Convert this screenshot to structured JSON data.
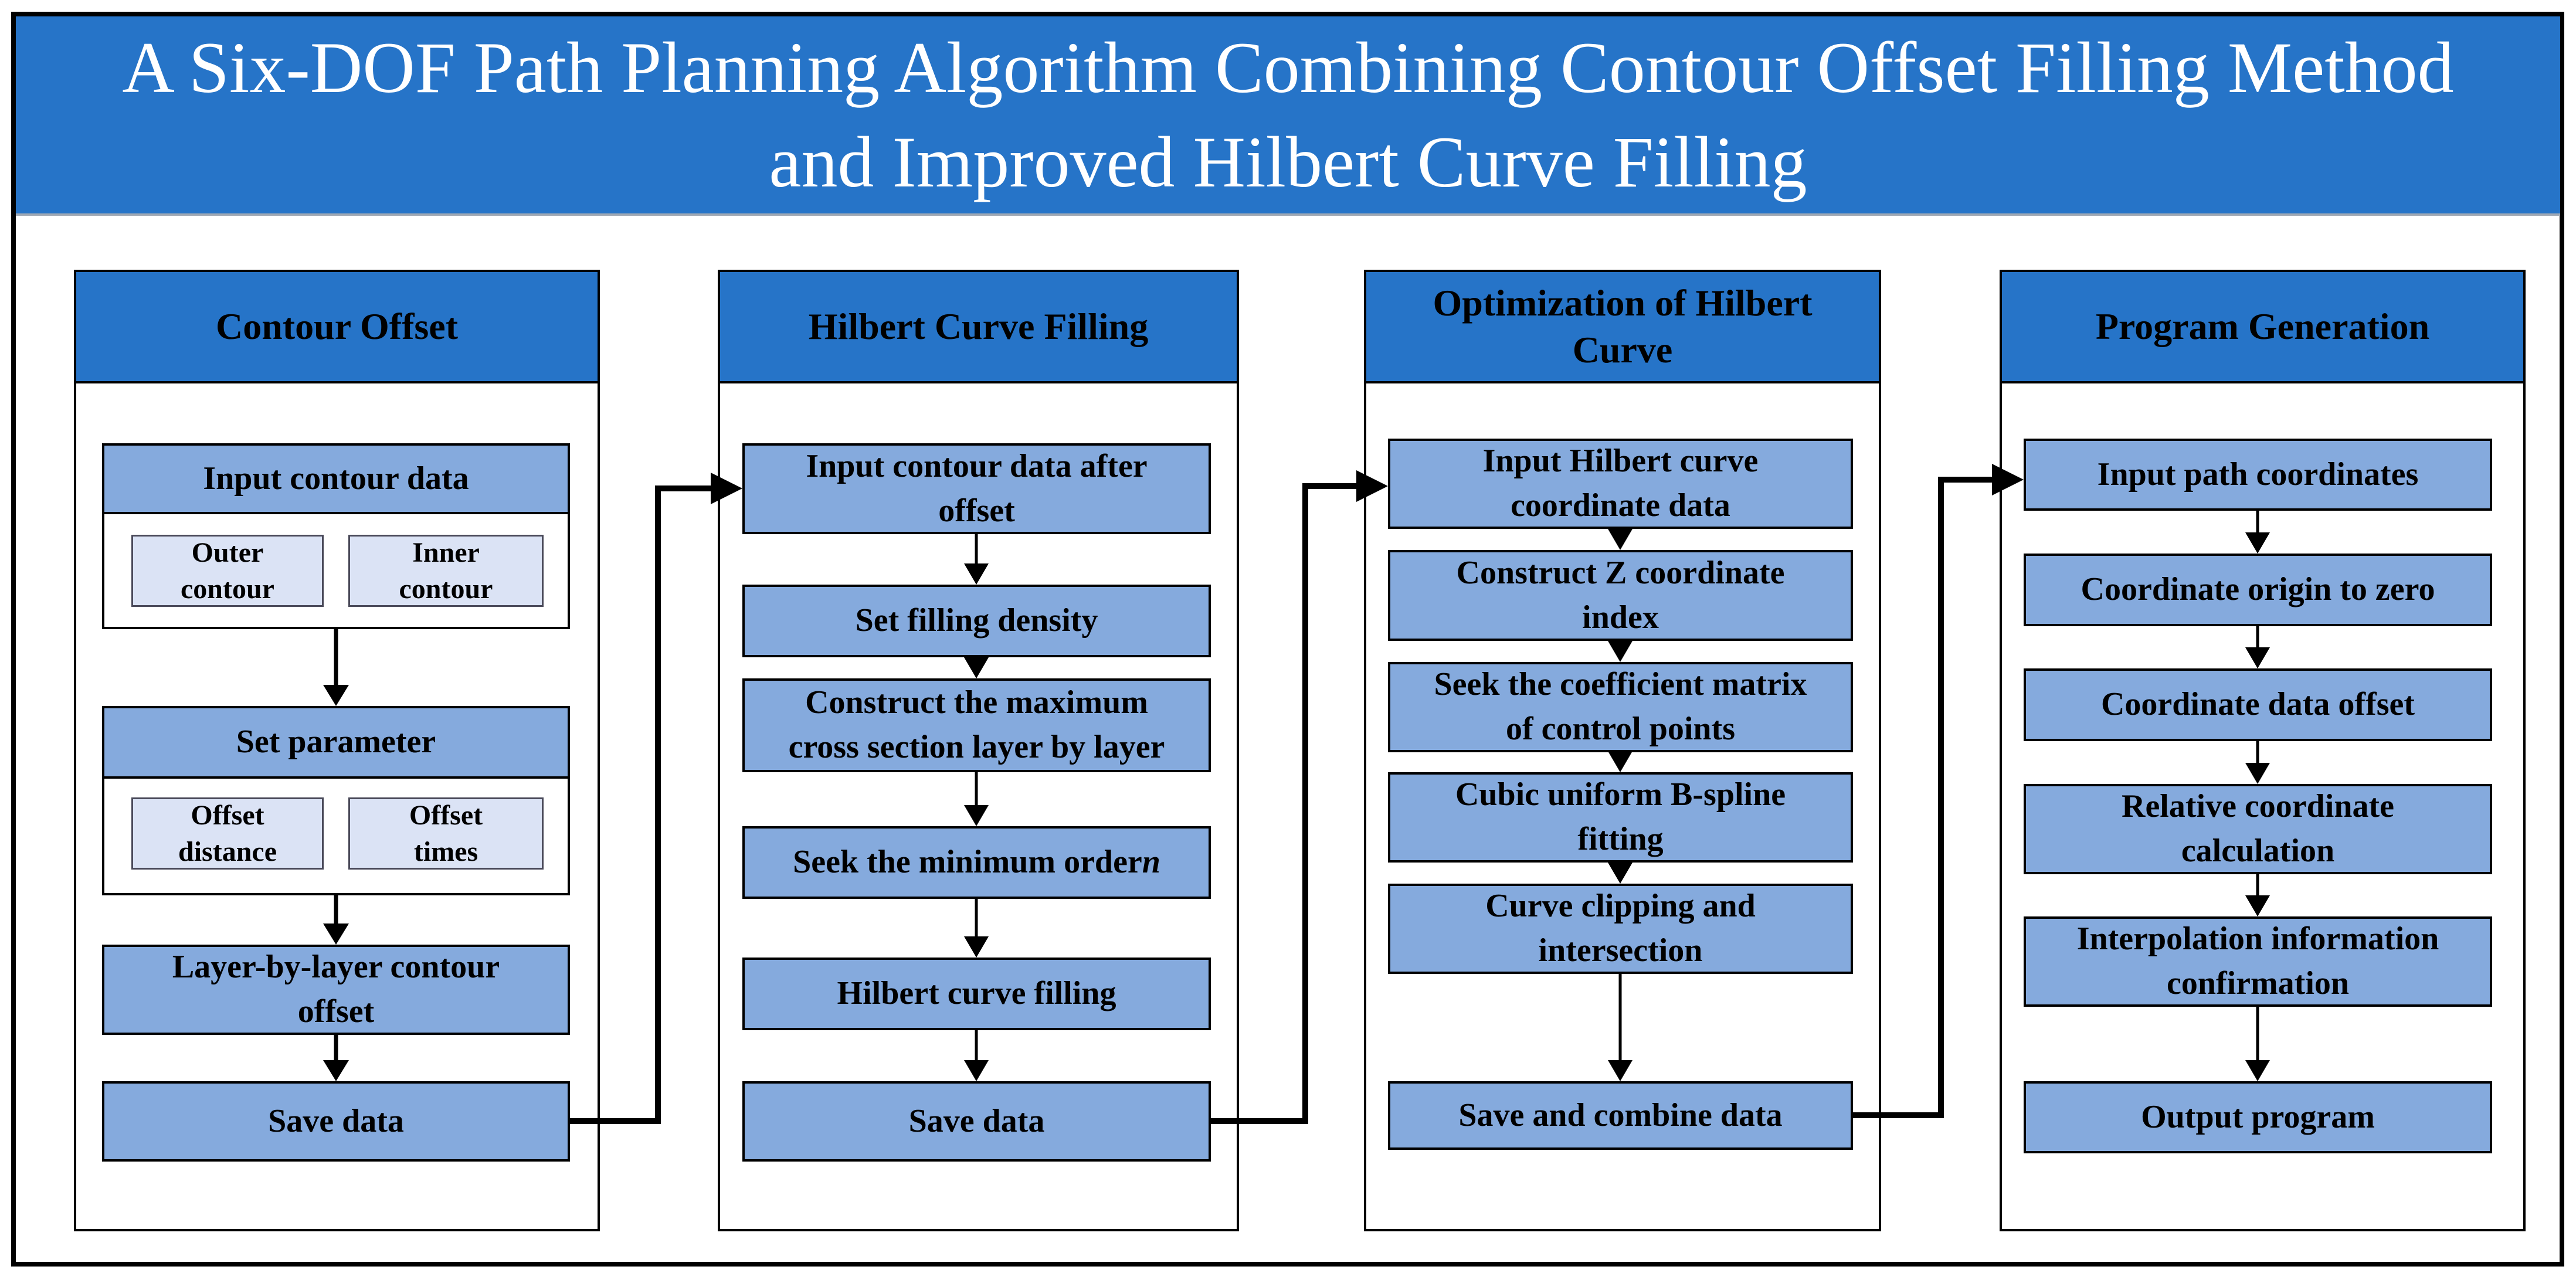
{
  "title": {
    "line1": "A Six-DOF Path Planning Algorithm Combining Contour Offset Filling Method",
    "line2": "and Improved Hilbert Curve Filling"
  },
  "colors": {
    "banner_blue": "#2674C8",
    "process_box_blue": "#85AADD",
    "sub_box_blue": "#DBE3F5",
    "text_on_banner": "#ffffff",
    "text_on_boxes": "#000000"
  },
  "columns": [
    {
      "header": "Contour Offset",
      "boxes": {
        "input_contour_data": "Input contour data",
        "outer_contour": "Outer\ncontour",
        "inner_contour": "Inner\ncontour",
        "set_parameter": "Set parameter",
        "offset_distance": "Offset\ndistance",
        "offset_times": "Offset\ntimes",
        "layer_by_layer": "Layer-by-layer contour\noffset",
        "save_data": "Save data"
      }
    },
    {
      "header": "Hilbert Curve Filling",
      "boxes": {
        "input_after_offset": "Input contour data after\noffset",
        "set_filling_density": "Set filling density",
        "construct_max_cross": "Construct the maximum\ncross section layer by layer",
        "seek_min_order": "Seek the minimum order ",
        "seek_min_order_var": "n",
        "hilbert_filling": "Hilbert curve filling",
        "save_data": "Save data"
      }
    },
    {
      "header": "Optimization of Hilbert\nCurve",
      "boxes": {
        "input_hilbert_coords": "Input Hilbert curve\ncoordinate data",
        "construct_z_index": "Construct Z coordinate\nindex",
        "seek_coeff_matrix": "Seek the coefficient matrix\nof control points",
        "cubic_bspline": "Cubic uniform B-spline\nfitting",
        "curve_clipping": "Curve clipping and\nintersection",
        "save_combine": "Save and combine data"
      }
    },
    {
      "header": "Program Generation",
      "boxes": {
        "input_path_coords": "Input path coordinates",
        "origin_to_zero": "Coordinate origin to zero",
        "data_offset": "Coordinate data offset",
        "relative_calc": "Relative coordinate\ncalculation",
        "interp_confirm": "Interpolation information\nconfirmation",
        "output_program": "Output program"
      }
    }
  ]
}
